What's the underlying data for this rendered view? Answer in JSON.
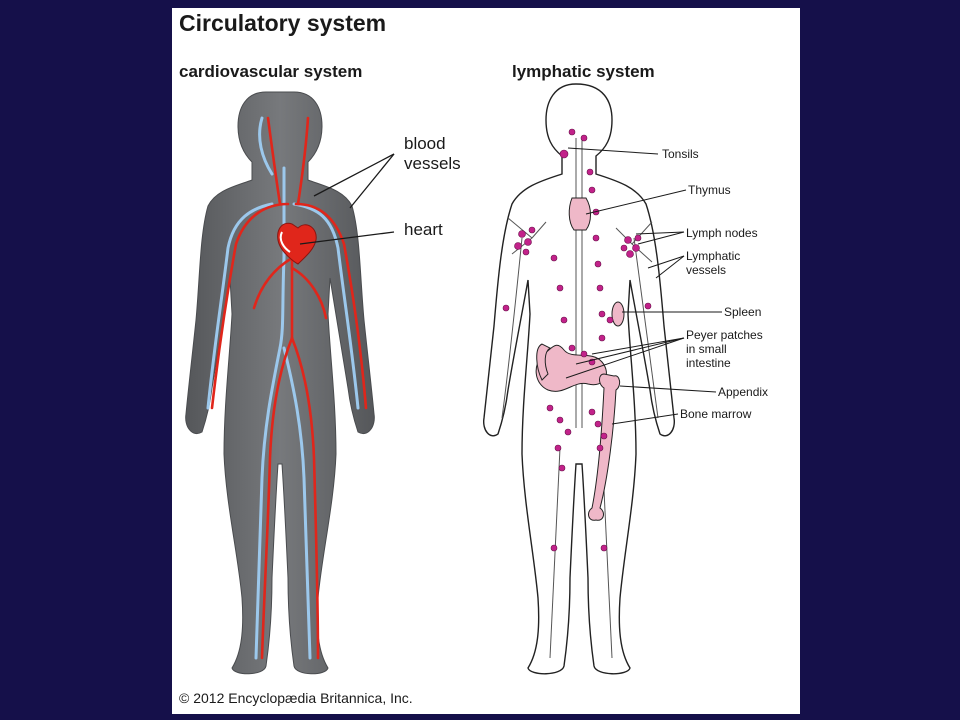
{
  "figure": {
    "title": "Circulatory system",
    "copyright": "© 2012 Encyclopædia Britannica, Inc."
  },
  "cardiovascular": {
    "title": "cardiovascular system",
    "labels": {
      "blood_vessels": [
        "blood",
        "vessels"
      ],
      "heart": "heart"
    }
  },
  "lymphatic": {
    "title": "lymphatic system",
    "labels": {
      "tonsils": "Tonsils",
      "thymus": "Thymus",
      "lymph_nodes": "Lymph nodes",
      "lymphatic_vessels": [
        "Lymphatic",
        "vessels"
      ],
      "spleen": "Spleen",
      "peyer_patches": [
        "Peyer patches",
        "in small",
        "intestine"
      ],
      "appendix": "Appendix",
      "bone_marrow": "Bone marrow"
    }
  },
  "colors": {
    "background": "#15104a",
    "panel": "#ffffff",
    "cardio_body": "#6b6d70",
    "artery": "#e0261b",
    "vein": "#9cc8ec",
    "lymph_node": "#c2228a",
    "organ_pink": "#efb8c8",
    "outline": "#222222"
  }
}
